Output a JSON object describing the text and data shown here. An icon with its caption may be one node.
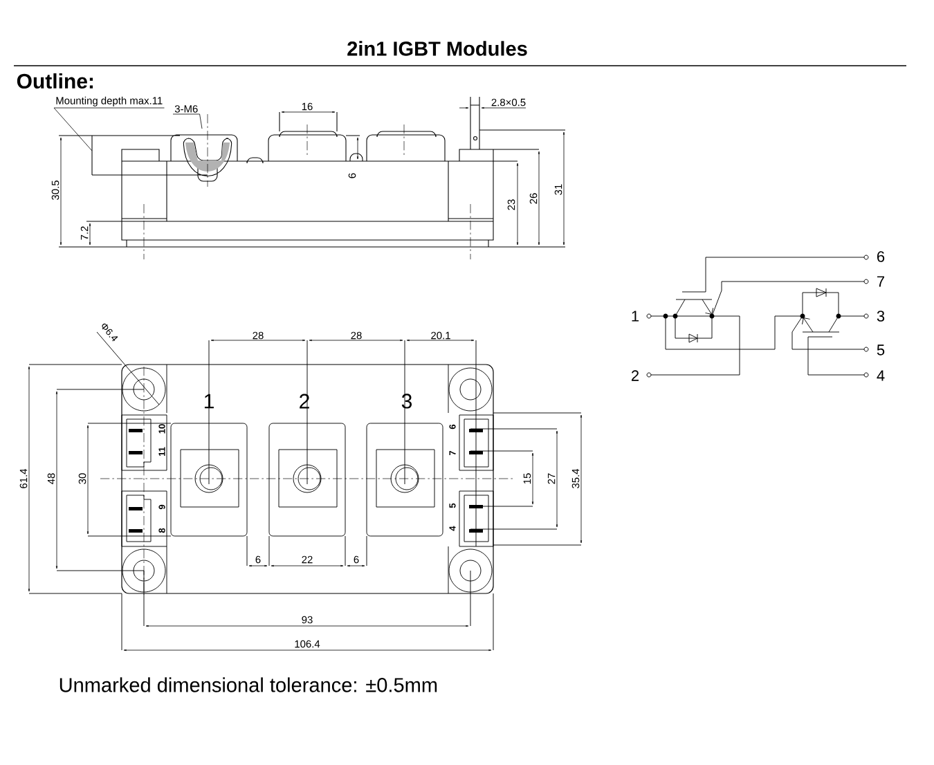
{
  "diagram": {
    "title": "2in1 IGBT Modules",
    "nodes": [
      {
        "text": [
          "Mounting depth max.11"
        ]
      },
      {
        "text": [
          "3-M6"
        ]
      }
    ],
    "edges": [
      {
        "from": 0,
        "to": null,
        "arrow": "none"
      },
      {
        "from": 1,
        "to": null,
        "arrow": "none"
      }
    ],
    "labels": [
      "Outline:",
      "16",
      "2.8×0.5",
      "6",
      "30.5",
      "23",
      "26",
      "31",
      "7.2",
      "6",
      "7",
      "1",
      "3",
      "5",
      "2",
      "4",
      "Φ6.4",
      "28",
      "28",
      "20.1",
      "1",
      "2",
      "3",
      "10",
      "11",
      "9",
      "8",
      "6",
      "7",
      "5",
      "4",
      "61.4",
      "48",
      "30",
      "15",
      "27",
      "35.4",
      "6",
      "22",
      "6",
      "93",
      "106.4",
      "Unmarked dimensional tolerance: ±0.5mm"
    ]
  }
}
